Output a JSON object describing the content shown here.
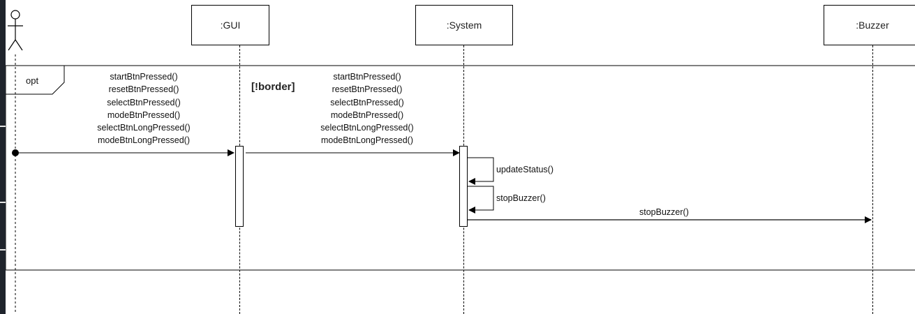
{
  "lifelines": {
    "gui": ":GUI",
    "system": ":System",
    "buzzer": ":Buzzer"
  },
  "fragment": {
    "operator": "opt",
    "guard": "[!border]"
  },
  "messages": {
    "actor_to_gui": [
      "startBtnPressed()",
      "resetBtnPressed()",
      "selectBtnPressed()",
      "modeBtnPressed()",
      "selectBtnLongPressed()",
      "modeBtnLongPressed()"
    ],
    "gui_to_system": [
      "startBtnPressed()",
      "resetBtnPressed()",
      "selectBtnPressed()",
      "modeBtnPressed()",
      "selectBtnLongPressed()",
      "modeBtnLongPressed()"
    ],
    "self_update": "updateStatus()",
    "self_stop": "stopBuzzer()",
    "system_to_buzzer": "stopBuzzer()"
  }
}
